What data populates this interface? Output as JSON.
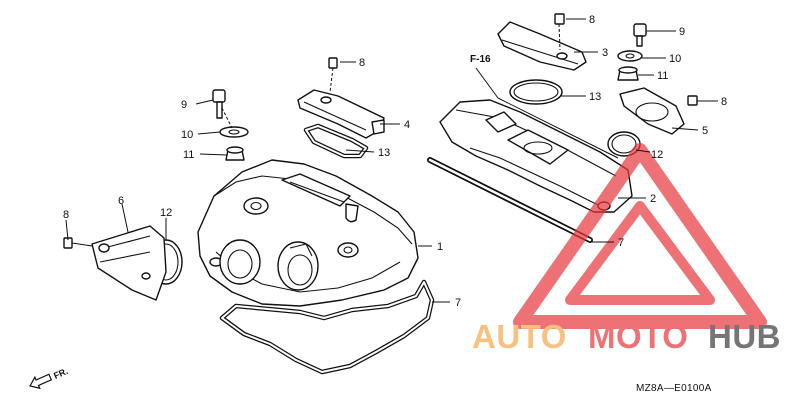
{
  "diagram": {
    "fig_ref": "F-16",
    "direction_label": "FR.",
    "ref_code": "MZ8A—E0100A",
    "callouts": {
      "p1": "1",
      "p2": "2",
      "p3": "3",
      "p4": "4",
      "p5": "5",
      "p6": "6",
      "p7a": "7",
      "p7b": "7",
      "p8a": "8",
      "p8b": "8",
      "p8c": "8",
      "p8d": "8",
      "p9a": "9",
      "p9b": "9",
      "p10a": "10",
      "p10b": "10",
      "p11a": "11",
      "p11b": "11",
      "p12a": "12",
      "p12b": "12",
      "p13a": "13",
      "p13b": "13"
    }
  },
  "watermark": {
    "brand_part1": "AUTO",
    "brand_part2": "MOTO",
    "brand_part3": "HUB",
    "colors": {
      "primary": "#e8373b",
      "secondary": "#f7a84a",
      "dark": "#3c3c3c"
    }
  }
}
